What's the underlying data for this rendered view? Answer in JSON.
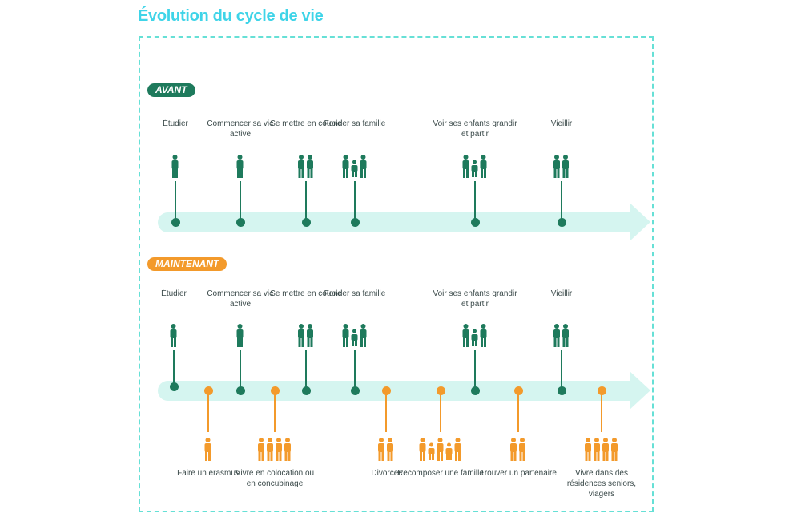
{
  "title": "Évolution du cycle de vie",
  "colors": {
    "green": "#1e7a5c",
    "orange": "#f39a2b",
    "track": "#d5f5f0",
    "title": "#3fd4e8"
  },
  "avant": {
    "badge": "AVANT",
    "milestones": [
      {
        "label": "Étudier",
        "icon": "student-desk-icon",
        "people": 1
      },
      {
        "label": "Commencer sa vie active",
        "icon": "walking-worker-icon",
        "people": 1
      },
      {
        "label": "Se mettre en couple",
        "icon": "couple-heart-icon",
        "people": 2
      },
      {
        "label": "Fonder sa famille",
        "icon": "family-with-baby-icon",
        "people": 3
      },
      {
        "label": "Voir ses enfants grandir et partir",
        "icon": "child-leaving-parents-icon",
        "people": 3
      },
      {
        "label": "Vieillir",
        "icon": "elderly-couple-icon",
        "people": 2
      }
    ]
  },
  "maintenant": {
    "badge": "MAINTENANT",
    "milestones": [
      {
        "label": "Étudier",
        "icon": "student-desk-icon",
        "people": 1
      },
      {
        "label": "Commencer sa vie active",
        "icon": "walking-worker-icon",
        "people": 1
      },
      {
        "label": "Se mettre en couple",
        "icon": "couple-heart-icon",
        "people": 2
      },
      {
        "label": "Fonder sa famille",
        "icon": "family-with-baby-icon",
        "people": 3
      },
      {
        "label": "Voir ses enfants grandir et partir",
        "icon": "child-leaving-parents-icon",
        "people": 3
      },
      {
        "label": "Vieillir",
        "icon": "elderly-couple-icon",
        "people": 2
      }
    ],
    "new_milestones": [
      {
        "label": "Faire un erasmus",
        "icon": "person-globe-icon",
        "people": 1
      },
      {
        "label": "Vivre en colocation ou en concubinage",
        "icon": "group-of-four-icon",
        "people": 4
      },
      {
        "label": "Divorcer",
        "icon": "divorce-couple-icon",
        "people": 2
      },
      {
        "label": "Recomposer une famille",
        "icon": "blended-family-icon",
        "people": 5
      },
      {
        "label": "Trouver un partenaire",
        "icon": "couple-heart-icon",
        "people": 2
      },
      {
        "label": "Vivre dans des résidences seniors, viagers",
        "icon": "seniors-group-icon",
        "people": 4
      }
    ]
  }
}
